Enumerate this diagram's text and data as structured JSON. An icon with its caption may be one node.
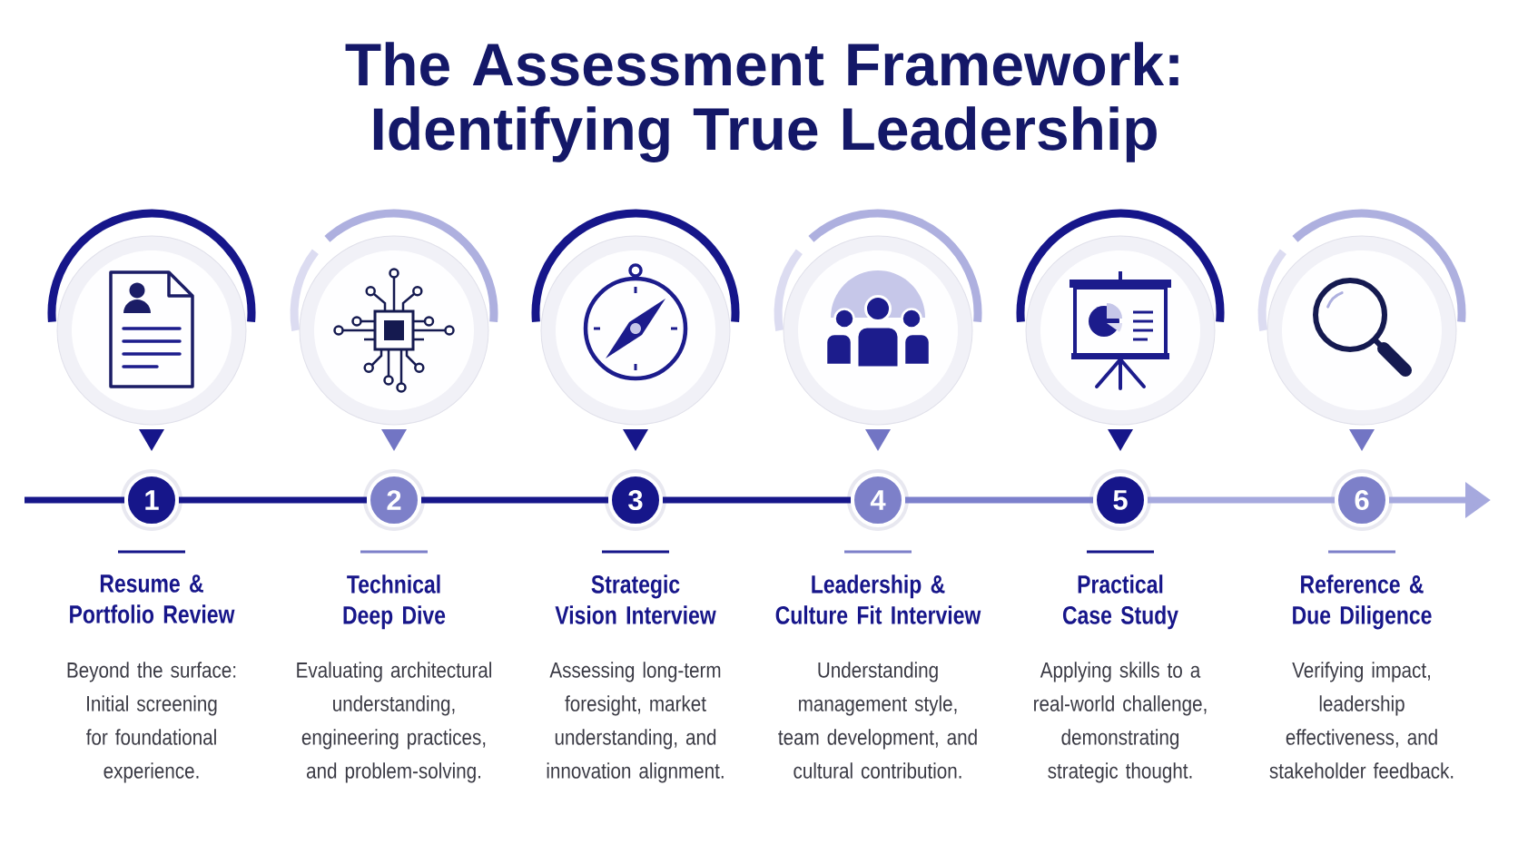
{
  "diagram": {
    "title": "The Assessment Framework: Identifying True Leadership",
    "nodes": [
      {
        "text": [
          "1"
        ],
        "beside": [
          "Resume & Portfolio Review",
          "Beyond the surface: Initial screening for foundational experience."
        ]
      },
      {
        "text": [
          "2"
        ],
        "beside": [
          "Technical Deep Dive",
          "Evaluating architectural understanding, engineering practices, and problem-solving."
        ]
      },
      {
        "text": [
          "3"
        ],
        "beside": [
          "Strategic Vision Interview",
          "Assessing long-term foresight, market understanding, and innovation alignment."
        ]
      },
      {
        "text": [
          "4"
        ],
        "beside": [
          "Leadership & Culture Fit Interview",
          "Understanding management style, team development, and cultural contribution."
        ]
      },
      {
        "text": [
          "5"
        ],
        "beside": [
          "Practical Case Study",
          "Applying skills to a real-world challenge, demonstrating strategic thought."
        ]
      },
      {
        "text": [
          "6"
        ],
        "beside": [
          "Reference & Due Diligence",
          "Verifying impact, leadership effectiveness, and stakeholder feedback."
        ]
      }
    ],
    "edges": [
      {
        "from": null,
        "to": 0,
        "arrow": "none"
      },
      {
        "from": 0,
        "to": 1,
        "arrow": "none"
      },
      {
        "from": 1,
        "to": 2,
        "arrow": "none"
      },
      {
        "from": 2,
        "to": 3,
        "arrow": "none"
      },
      {
        "from": 3,
        "to": 4,
        "arrow": "none",
        "color": "#7c80cc"
      },
      {
        "from": 4,
        "to": 5,
        "arrow": "none",
        "color": "#a6a9de"
      },
      {
        "from": 5,
        "to": null,
        "arrow": "to",
        "color": "#a6a9de"
      }
    ]
  }
}
